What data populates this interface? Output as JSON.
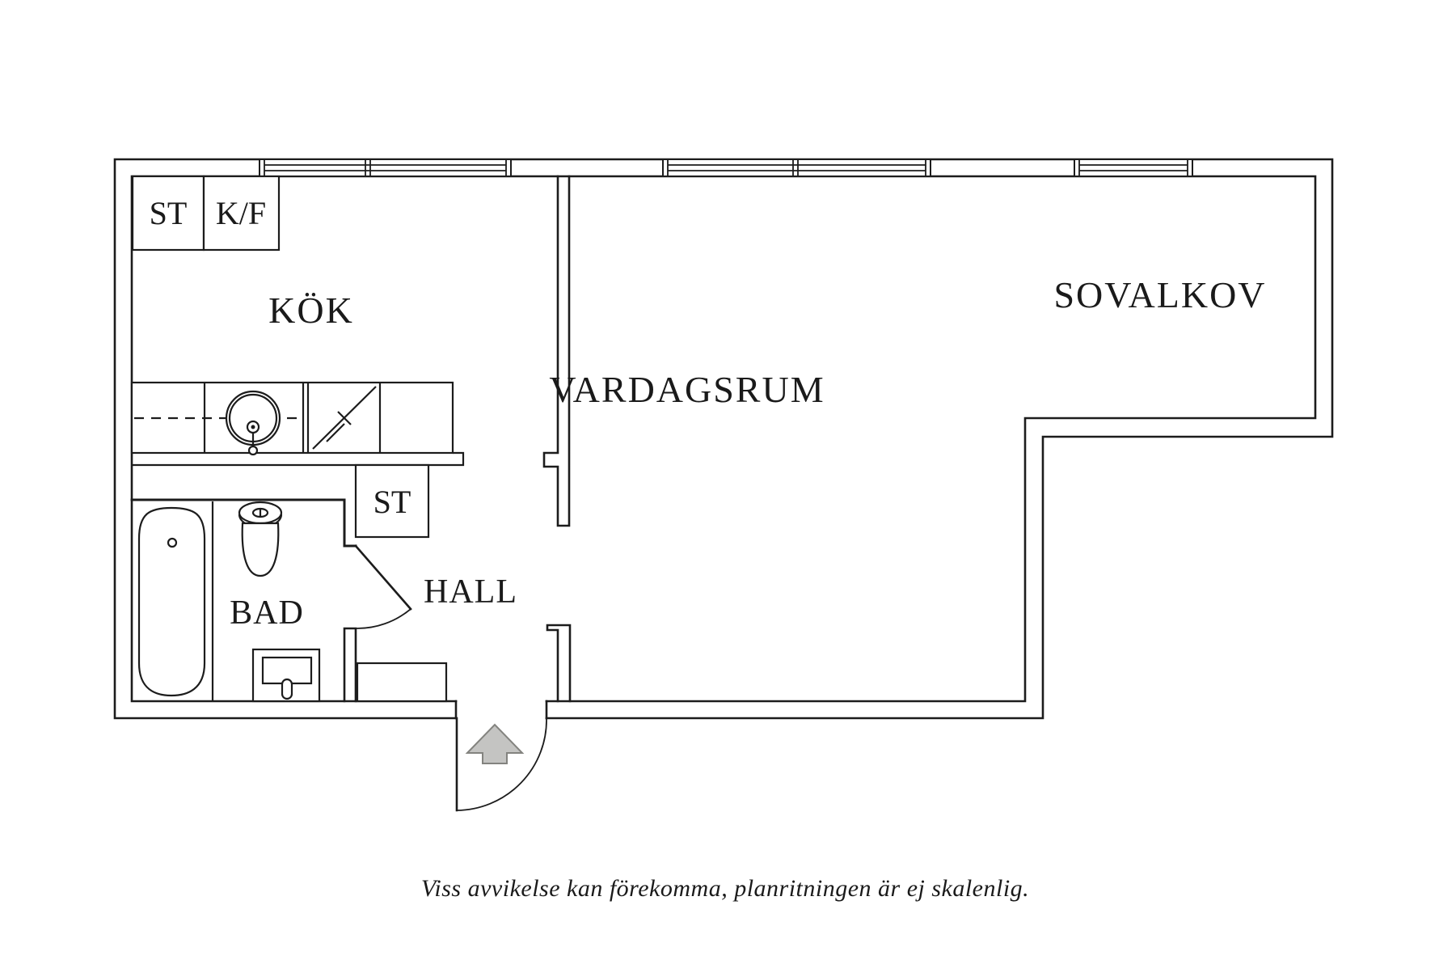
{
  "floorplan": {
    "rooms": {
      "kitchen": {
        "label": "KÖK"
      },
      "living_room": {
        "label": "VARDAGSRUM"
      },
      "sleeping_alcove": {
        "label": "SOVALKOV"
      },
      "bathroom": {
        "label": "BAD"
      },
      "hall": {
        "label": "HALL"
      },
      "kitchen_closet": {
        "label": "ST"
      },
      "fridge_freezer": {
        "label": "K/F"
      },
      "hall_closet": {
        "label": "ST"
      }
    },
    "caption": "Viss avvikelse kan förekomma, planritningen är ej skalenlig.",
    "colors": {
      "line": "#1c1c1c",
      "background": "#ffffff",
      "arrow_fill": "#c4c4c2",
      "arrow_stroke": "#83837f"
    }
  }
}
